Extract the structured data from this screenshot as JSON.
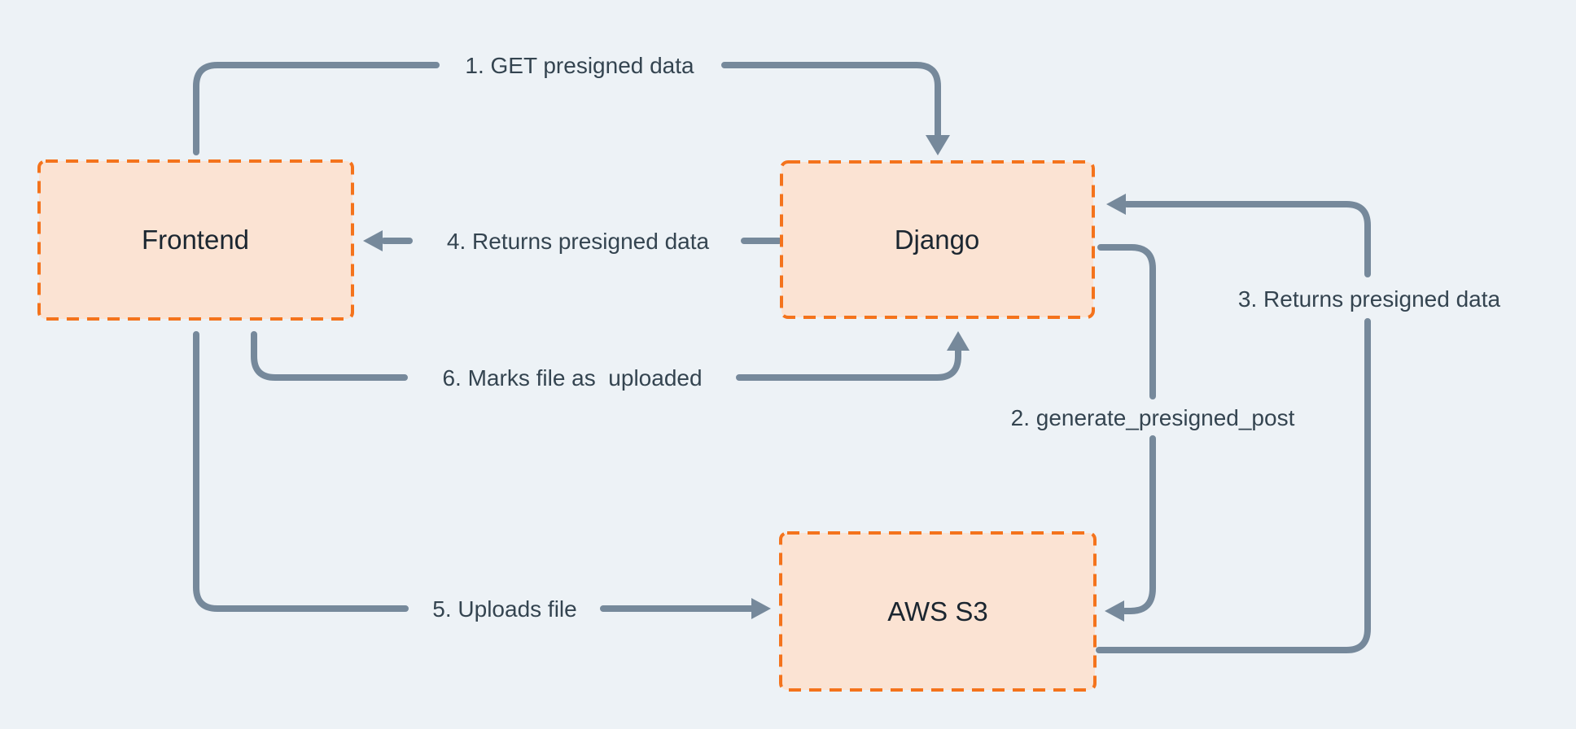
{
  "diagram": {
    "type": "flow-diagram",
    "nodes": [
      {
        "id": "frontend",
        "label": "Frontend"
      },
      {
        "id": "django",
        "label": "Django"
      },
      {
        "id": "aws-s3",
        "label": "AWS S3"
      }
    ],
    "edges": [
      {
        "id": "1",
        "label": "1. GET presigned data",
        "from": "frontend",
        "to": "django"
      },
      {
        "id": "2",
        "label": "2. generate_presigned_post",
        "from": "django",
        "to": "aws-s3"
      },
      {
        "id": "3",
        "label": "3. Returns presigned data",
        "from": "aws-s3",
        "to": "django"
      },
      {
        "id": "4",
        "label": "4. Returns presigned data",
        "from": "django",
        "to": "frontend"
      },
      {
        "id": "5",
        "label": "5. Uploads file",
        "from": "frontend",
        "to": "aws-s3"
      },
      {
        "id": "6",
        "label": "6. Marks file as  uploaded",
        "from": "frontend",
        "to": "django"
      }
    ],
    "colors": {
      "background": "#EDF2F6",
      "node_fill": "#FBE3D3",
      "node_border": "#F4731C",
      "arrow": "#76899B",
      "edge_label_text": "#344450",
      "node_label_text": "#1B2630"
    }
  }
}
